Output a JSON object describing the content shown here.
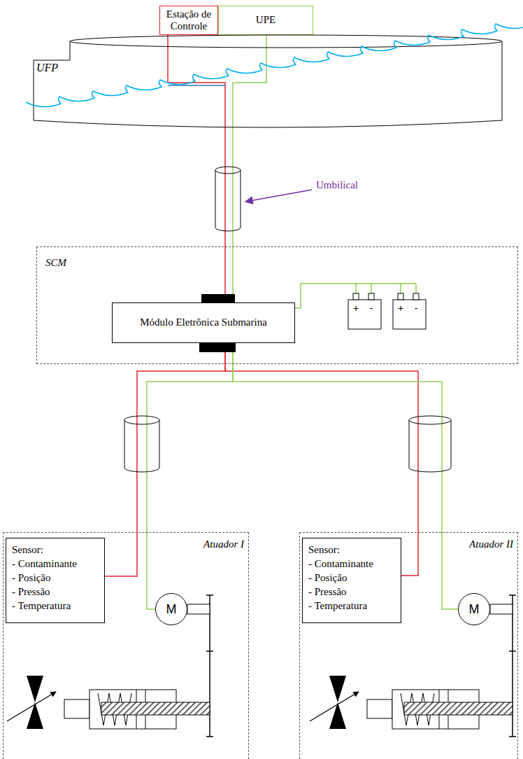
{
  "diagram": {
    "nodes": [
      {
        "text": [
          "Estação de Controle"
        ]
      },
      {
        "text": [
          "UPE"
        ]
      },
      {
        "text": [
          "UFP"
        ]
      },
      {
        "text": [
          "SCM"
        ]
      },
      {
        "text": [
          "Módulo Eletrônica Submarina"
        ],
        "in": 3
      },
      {
        "text": [
          "Atuador I"
        ]
      },
      {
        "text": [
          "Sensor:",
          "- Contaminante",
          "- Posição",
          "- Pressão",
          "- Temperatura"
        ],
        "in": 5
      },
      {
        "text": [
          "M"
        ],
        "in": 5
      },
      {
        "text": [
          "Atuador II"
        ]
      },
      {
        "text": [
          "Sensor:",
          "- Contaminante",
          "- Posição",
          "- Pressão",
          "- Temperatura"
        ],
        "in": 8
      },
      {
        "text": [
          "M"
        ],
        "in": 8
      }
    ],
    "edges": [
      {
        "from": 0,
        "to": 4,
        "arrow": "none"
      },
      {
        "from": 1,
        "to": 4,
        "arrow": "none"
      },
      {
        "from": 4,
        "to": 6,
        "arrow": "none"
      },
      {
        "from": 4,
        "to": 7,
        "arrow": "none"
      },
      {
        "from": 4,
        "to": 9,
        "arrow": "none"
      },
      {
        "from": 4,
        "to": 10,
        "arrow": "none"
      }
    ],
    "labels": [
      "Umbilical",
      "+",
      "-",
      "+",
      "-"
    ]
  }
}
